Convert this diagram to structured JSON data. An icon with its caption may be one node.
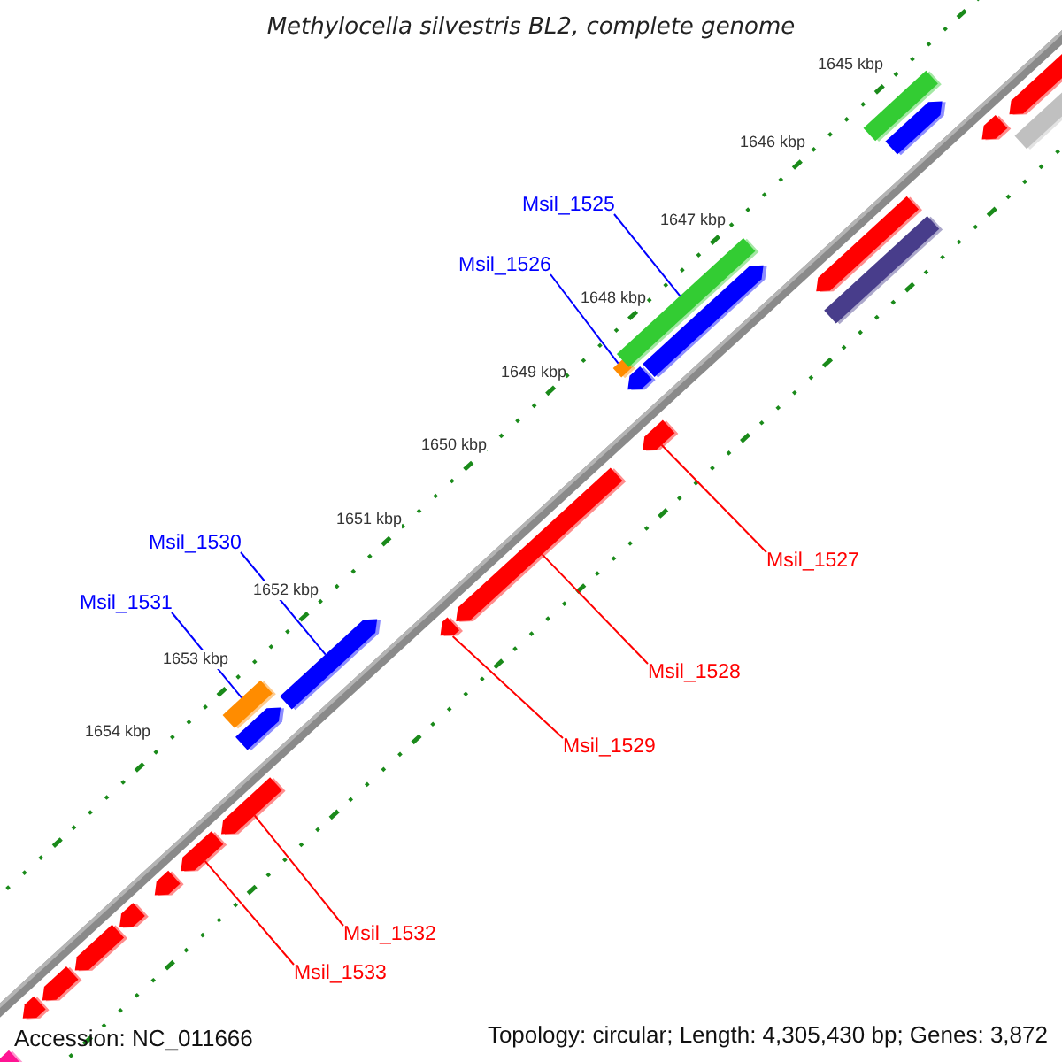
{
  "diagram": {
    "title": "Methylocella silvestris BL2, complete genome",
    "nodes": [
      {
        "text": [
          "Msil_1525"
        ]
      },
      {
        "text": [
          "Msil_1526"
        ]
      },
      {
        "text": [
          "Msil_1530"
        ]
      },
      {
        "text": [
          "Msil_1527"
        ]
      },
      {
        "text": [
          "Msil_1531"
        ]
      },
      {
        "text": [
          "Msil_1528"
        ]
      },
      {
        "text": [
          "Msil_1529"
        ]
      },
      {
        "text": [
          "Msil_1532"
        ]
      },
      {
        "text": [
          "Msil_1533"
        ]
      },
      {
        "text": [],
        "shape": "arrow"
      },
      {
        "text": [],
        "shape": "bar"
      },
      {
        "text": [],
        "shape": "arrow"
      },
      {
        "text": [],
        "shape": "arrow"
      },
      {
        "text": [],
        "shape": "arrow"
      },
      {
        "text": [],
        "shape": "arrow"
      },
      {
        "text": [],
        "shape": "arrow"
      },
      {
        "text": [],
        "shape": "bar"
      },
      {
        "text": [],
        "shape": "arrow"
      },
      {
        "text": [],
        "shape": "arrow"
      },
      {
        "text": [],
        "shape": "arrow"
      },
      {
        "text": [],
        "shape": "arrow"
      },
      {
        "text": [],
        "shape": "arrow"
      },
      {
        "text": [],
        "shape": "bar"
      },
      {
        "text": [],
        "shape": "arrow"
      },
      {
        "text": [],
        "shape": "arrow"
      },
      {
        "text": [],
        "shape": "bar"
      },
      {
        "text": [],
        "shape": "arrow"
      },
      {
        "text": [],
        "shape": "arrow"
      },
      {
        "text": [],
        "shape": "bar"
      },
      {
        "text": [],
        "shape": "bar"
      },
      {
        "text": [],
        "shape": "arrow"
      },
      {
        "text": [],
        "shape": "arrow"
      },
      {
        "text": [],
        "shape": "arrow"
      },
      {
        "text": [],
        "shape": "bar"
      }
    ],
    "edges": [
      {
        "from": 0,
        "to": 25,
        "arrow": "none",
        "color": "#0000ff"
      },
      {
        "from": 1,
        "to": 22,
        "arrow": "none",
        "color": "#0000ff"
      },
      {
        "from": 2,
        "to": 19,
        "arrow": "none",
        "color": "#0000ff"
      },
      {
        "from": 3,
        "to": 24,
        "arrow": "none"
      },
      {
        "from": 4,
        "to": 16,
        "arrow": "none",
        "color": "#0000ff"
      },
      {
        "from": 5,
        "to": 21,
        "arrow": "none"
      },
      {
        "from": 6,
        "to": 20,
        "arrow": "none"
      },
      {
        "from": 7,
        "to": 17,
        "arrow": "none"
      },
      {
        "from": 8,
        "to": 15,
        "arrow": "none"
      }
    ],
    "labels": [
      "1645 kbp",
      "1646 kbp",
      "1647 kbp",
      "1648 kbp",
      "1649 kbp",
      "1650 kbp",
      "1651 kbp",
      "1652 kbp",
      "1653 kbp",
      "1654 kbp",
      "Accession: NC_011666",
      "Topology: circular; Length: 4,305,430 bp; Genes: 3,872"
    ]
  }
}
